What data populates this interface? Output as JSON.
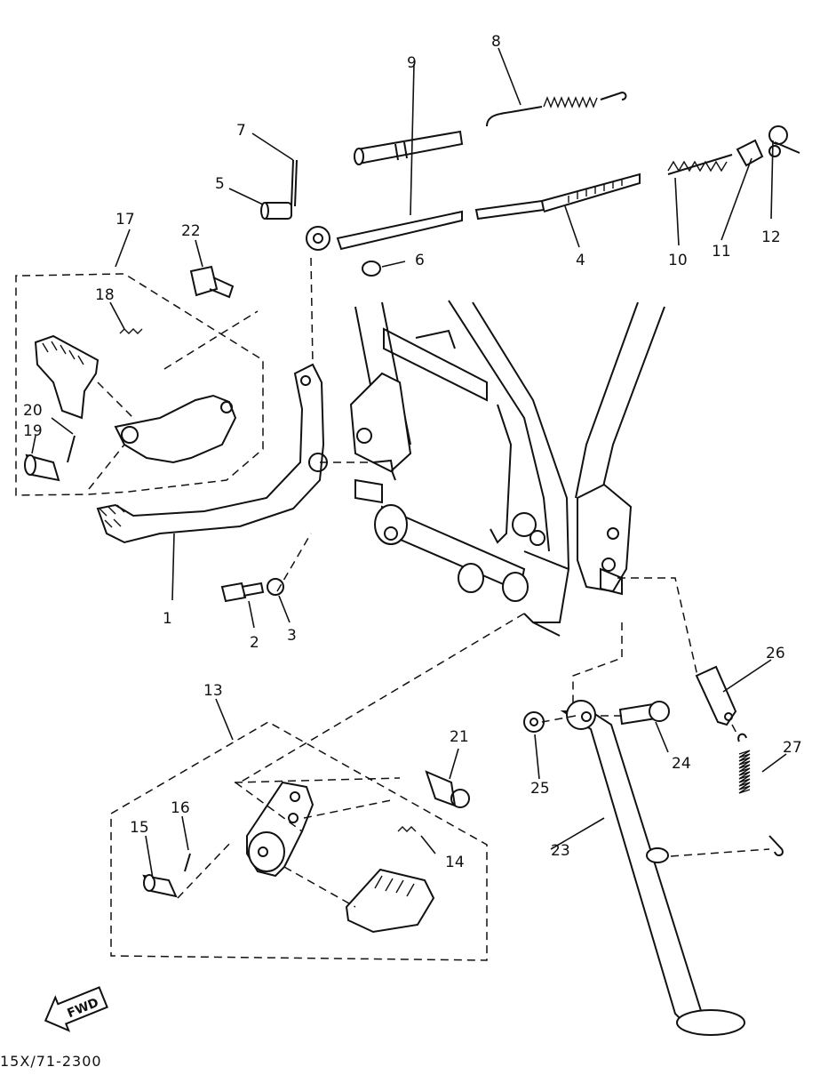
{
  "diagram": {
    "code": "15X/71-2300",
    "fwd_marker": "FWD",
    "parts": {
      "p1": "1",
      "p2": "2",
      "p3": "3",
      "p4": "4",
      "p5": "5",
      "p6": "6",
      "p7": "7",
      "p8": "8",
      "p9": "9",
      "p10": "10",
      "p11": "11",
      "p12": "12",
      "p13": "13",
      "p14": "14",
      "p15": "15",
      "p16": "16",
      "p17": "17",
      "p18": "18",
      "p19": "19",
      "p20": "20",
      "p21": "21",
      "p22": "22",
      "p23": "23",
      "p24": "24",
      "p25": "25",
      "p26": "26",
      "p27": "27"
    }
  }
}
